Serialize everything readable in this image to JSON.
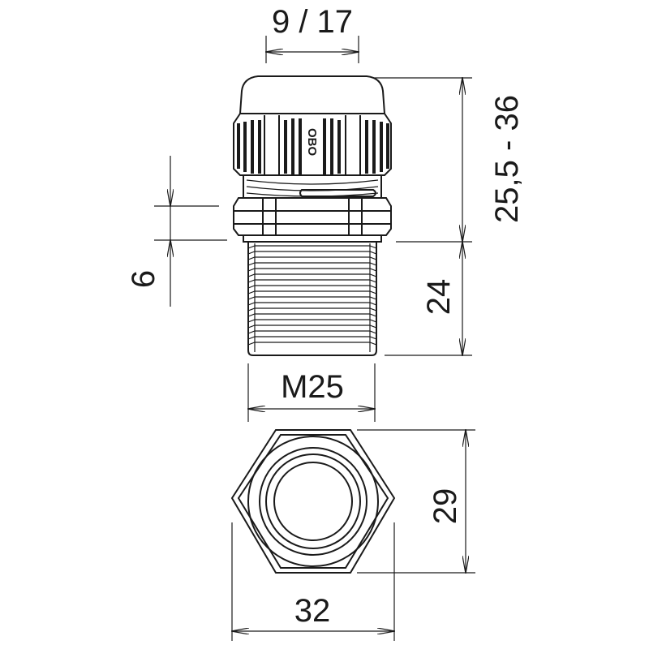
{
  "dimensions": {
    "top_width": "9 / 17",
    "height_range": "25,5 - 36",
    "clamp_range": "6",
    "thread_length": "24",
    "thread_size": "M25",
    "across_flats": "29",
    "across_corners": "32"
  },
  "logo_text": "OBO",
  "colors": {
    "ink": "#1a1a1a",
    "background": "#ffffff"
  }
}
